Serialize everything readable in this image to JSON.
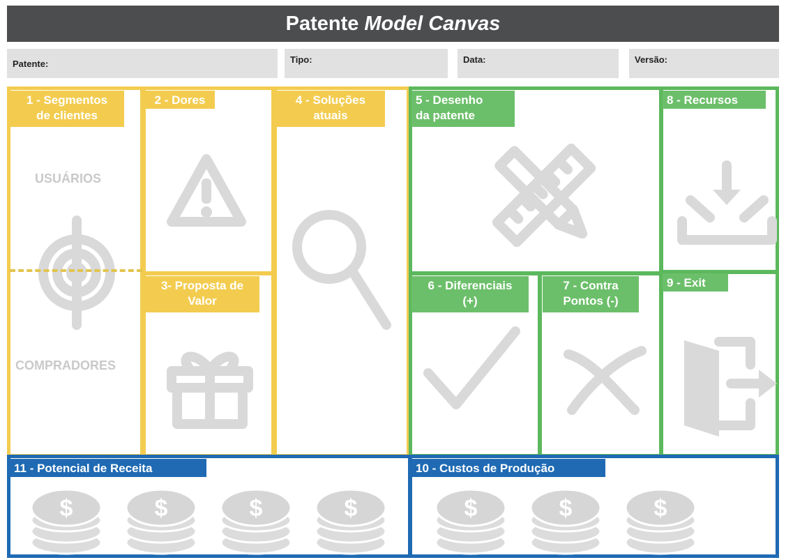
{
  "header": {
    "title_main": "Patente",
    "title_italic": "Model Canvas"
  },
  "fields": {
    "patente": "Patente:",
    "tipo": "Tipo:",
    "data": "Data:",
    "versao": "Versão:"
  },
  "blocks": {
    "segmentos": {
      "label_line1": "1 - Segmentos",
      "label_line2": "de clientes",
      "usuarios": "USUÁRIOS",
      "compradores": "COMPRADORES"
    },
    "dores": {
      "label": "2 - Dores"
    },
    "proposta": {
      "label_line1": "3- Proposta de",
      "label_line2": "Valor"
    },
    "solucoes": {
      "label_line1": "4 - Soluções",
      "label_line2": "atuais"
    },
    "desenho": {
      "label_line1": "5 - Desenho",
      "label_line2": "da patente"
    },
    "diferenciais": {
      "label_line1": "6 - Diferenciais",
      "label_line2": "(+)"
    },
    "contra": {
      "label_line1": "7 - Contra",
      "label_line2": "Pontos (-)"
    },
    "recursos": {
      "label": "8 - Recursos"
    },
    "exit": {
      "label": "9 - Exit"
    },
    "custos": {
      "label": "10 - Custos de Produção"
    },
    "receita": {
      "label": "11 - Potencial de Receita"
    }
  },
  "colors": {
    "header_bg": "#4c4d4f",
    "field_bg": "#e1e1e1",
    "yellow": "#f3cc4f",
    "green": "#5cb85c",
    "blue": "#1f6ab3",
    "icon_gray": "#d9d9d9"
  },
  "icons": [
    "target-icon",
    "warning-icon",
    "gift-icon",
    "magnifier-icon",
    "pencil-ruler-icon",
    "checkmark-icon",
    "x-mark-icon",
    "download-tray-icon",
    "exit-door-icon",
    "coin-stack-icon"
  ]
}
